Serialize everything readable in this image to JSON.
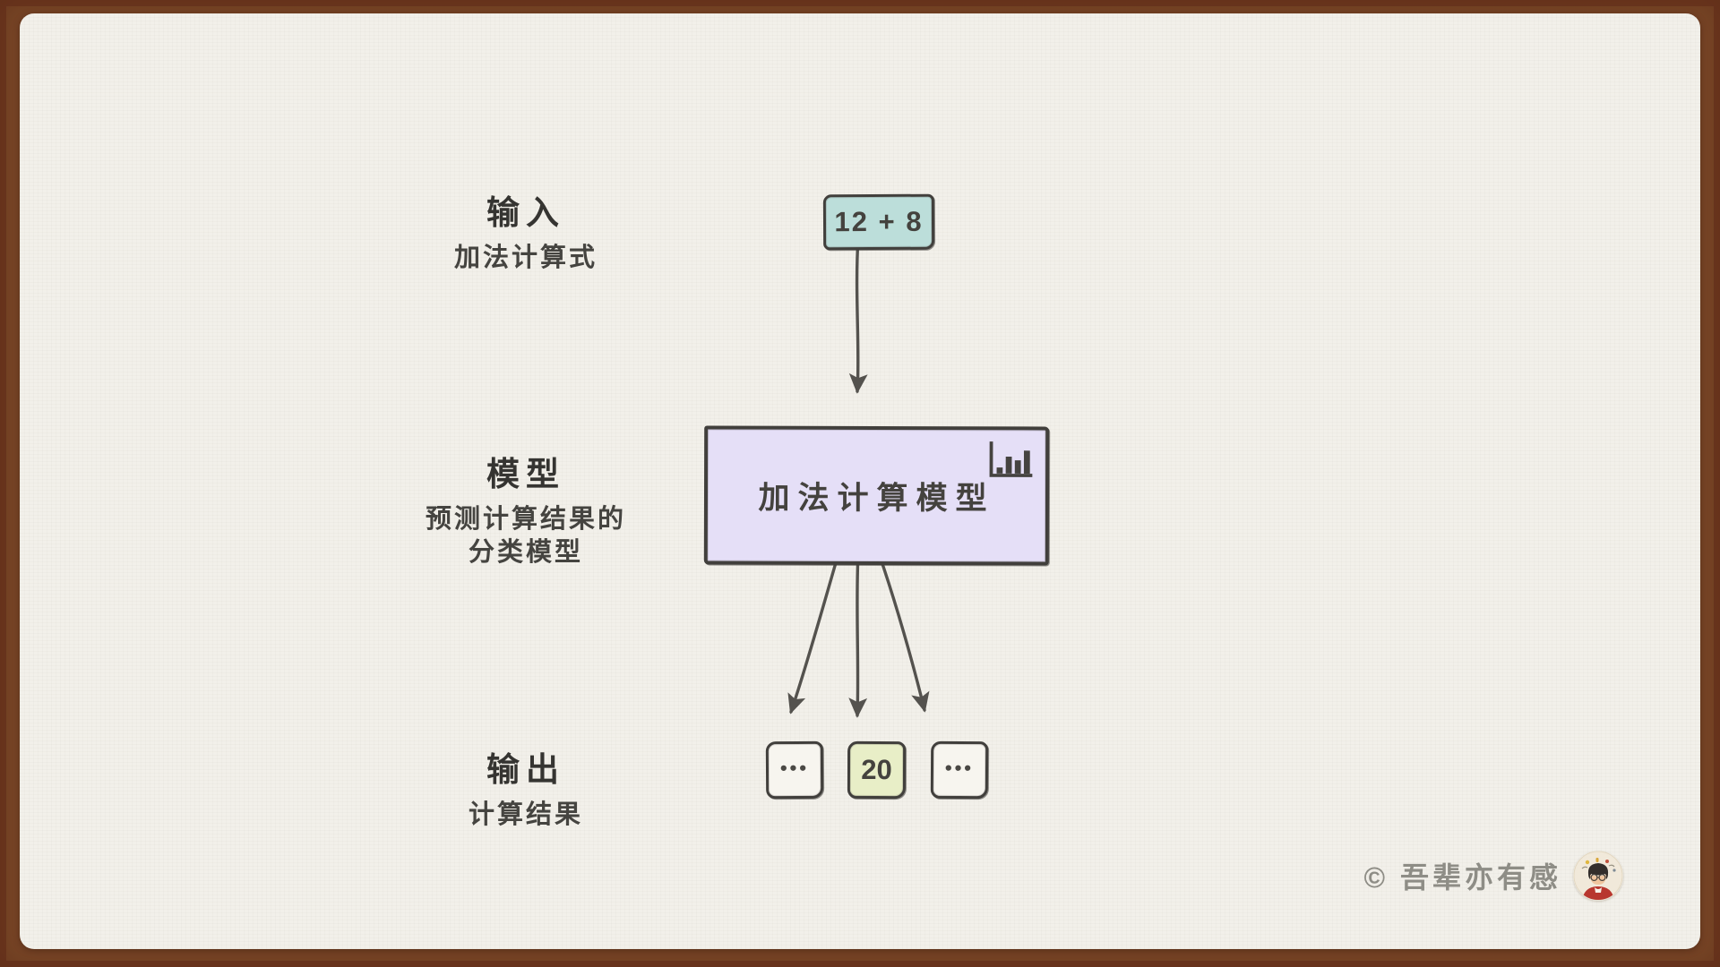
{
  "page": {
    "frame_color": "#7b4727",
    "paper_color": "#f2f0ea",
    "ink_color": "#413f3c"
  },
  "rows": {
    "input": {
      "title": "输入",
      "subtitle": "加法计算式"
    },
    "model": {
      "title": "模型",
      "subtitle_line1": "预测计算结果的",
      "subtitle_line2": "分类模型"
    },
    "output": {
      "title": "输出",
      "subtitle": "计算结果"
    }
  },
  "diagram": {
    "input_node": {
      "label": "12 + 8",
      "fill": "#bcdeda"
    },
    "model_node": {
      "label": "加法计算模型",
      "fill": "#e5dff7",
      "icon": "bar-chart-icon"
    },
    "output_nodes": [
      {
        "label": "•••",
        "fill": "#f7f5ef",
        "highlight": false
      },
      {
        "label": "20",
        "fill": "#e8eec7",
        "highlight": true
      },
      {
        "label": "•••",
        "fill": "#f7f5ef",
        "highlight": false
      }
    ],
    "arrow_color": "#54524e"
  },
  "watermark": {
    "text": "© 吾辈亦有感",
    "avatar": "author-avatar"
  }
}
